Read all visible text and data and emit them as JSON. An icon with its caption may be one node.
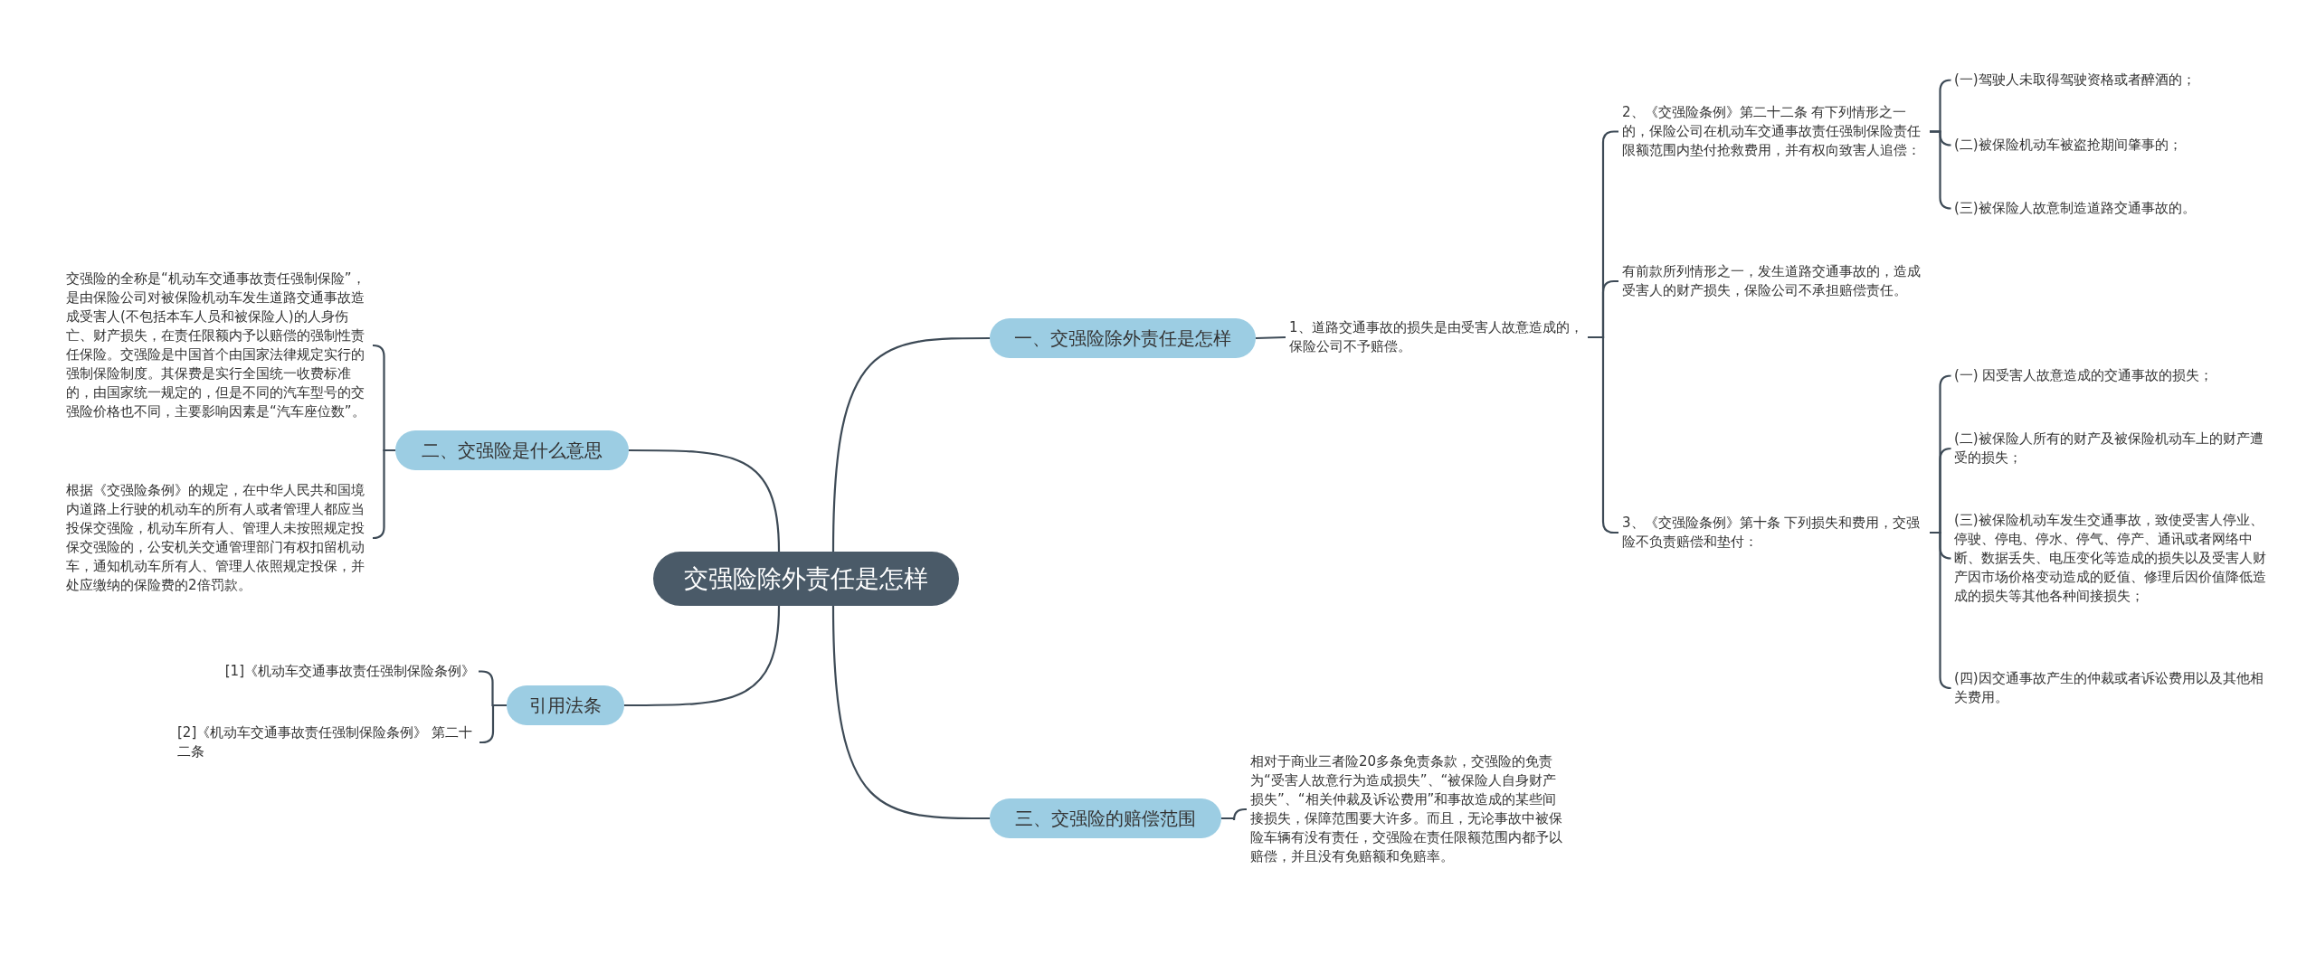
{
  "diagram": {
    "nodes": [
      {
        "text": [
          "交强险除外责任是怎样"
        ]
      },
      {
        "text": [
          "一、交强险除外责任是怎样"
        ]
      },
      {
        "text": [
          "1、道路交通事故的损失是由受害人故意造成的，保险公司不予赔偿。"
        ]
      },
      {
        "text": [
          "2、《交强险条例》第二十二条 有下列情形之一的，保险公司在机动车交通事故责任强制保险责任限额范围内垫付抢救费用，并有权向致害人追偿："
        ]
      },
      {
        "text": [
          "(一)驾驶人未取得驾驶资格或者醉酒的；"
        ]
      },
      {
        "text": [
          "(二)被保险机动车被盗抢期间肇事的；"
        ]
      },
      {
        "text": [
          "(三)被保险人故意制造道路交通事故的。"
        ]
      },
      {
        "text": [
          "有前款所列情形之一，发生道路交通事故的，造成受害人的财产损失，保险公司不承担赔偿责任。"
        ]
      },
      {
        "text": [
          "3、《交强险条例》第十条 下列损失和费用，交强险不负责赔偿和垫付："
        ]
      },
      {
        "text": [
          "(一) 因受害人故意造成的交通事故的损失；"
        ]
      },
      {
        "text": [
          "(二)被保险人所有的财产及被保险机动车上的财产遭受的损失；"
        ]
      },
      {
        "text": [
          "(三)被保险机动车发生交通事故，致使受害人停业、停驶、停电、停水、停气、停产、通讯或者网络中断、数据丢失、电压变化等造成的损失以及受害人财产因市场价格变动造成的贬值、修理后因价值降低造成的损失等其他各种间接损失；"
        ]
      },
      {
        "text": [
          "(四)因交通事故产生的仲裁或者诉讼费用以及其他相关费用。"
        ]
      },
      {
        "text": [
          "二、交强险是什么意思"
        ]
      },
      {
        "text": [
          "交强险的全称是“机动车交通事故责任强制保险”，是由保险公司对被保险机动车发生道路交通事故造成受害人(不包括本车人员和被保险人)的人身伤亡、财产损失，在责任限额内予以赔偿的强制性责任保险。交强险是中国首个由国家法律规定实行的强制保险制度。其保费是实行全国统一收费标准的，由国家统一规定的，但是不同的汽车型号的交强险价格也不同，主要影响因素是“汽车座位数”。"
        ]
      },
      {
        "text": [
          "根据《交强险条例》的规定，在中华人民共和国境内道路上行驶的机动车的所有人或者管理人都应当投保交强险，机动车所有人、管理人未按照规定投保交强险的，公安机关交通管理部门有权扣留机动车，通知机动车所有人、管理人依照规定投保，并处应缴纳的保险费的2倍罚款。"
        ]
      },
      {
        "text": [
          "引用法条"
        ]
      },
      {
        "text": [
          "[1]《机动车交通事故责任强制保险条例》"
        ]
      },
      {
        "text": [
          "[2]《机动车交通事故责任强制保险条例》 第二十二条"
        ]
      },
      {
        "text": [
          "三、交强险的赔偿范围"
        ]
      },
      {
        "text": [
          "相对于商业三者险20多条免责条款，交强险的免责为“受害人故意行为造成损失”、“被保险人自身财产损失”、“相关仲裁及诉讼费用”和事故造成的某些间接损失，保障范围要大许多。而且，无论事故中被保险车辆有没有责任，交强险在责任限额范围内都予以赔偿，并且没有免赔额和免赔率。"
        ]
      }
    ],
    "edges": [
      {
        "from": 0,
        "to": 1,
        "arrow": "none"
      },
      {
        "from": 1,
        "to": 2,
        "arrow": "none"
      },
      {
        "from": 2,
        "to": 3,
        "arrow": "none"
      },
      {
        "from": 3,
        "to": 4,
        "arrow": "none"
      },
      {
        "from": 3,
        "to": 5,
        "arrow": "none"
      },
      {
        "from": 3,
        "to": 6,
        "arrow": "none"
      },
      {
        "from": 2,
        "to": 7,
        "arrow": "none"
      },
      {
        "from": 2,
        "to": 8,
        "arrow": "none"
      },
      {
        "from": 8,
        "to": 9,
        "arrow": "none"
      },
      {
        "from": 8,
        "to": 10,
        "arrow": "none"
      },
      {
        "from": 8,
        "to": 11,
        "arrow": "none"
      },
      {
        "from": 8,
        "to": 12,
        "arrow": "none"
      },
      {
        "from": 0,
        "to": 13,
        "arrow": "none"
      },
      {
        "from": 13,
        "to": 14,
        "arrow": "none"
      },
      {
        "from": 13,
        "to": 15,
        "arrow": "none"
      },
      {
        "from": 0,
        "to": 16,
        "arrow": "none"
      },
      {
        "from": 16,
        "to": 17,
        "arrow": "none"
      },
      {
        "from": 16,
        "to": 18,
        "arrow": "none"
      },
      {
        "from": 0,
        "to": 19,
        "arrow": "none"
      },
      {
        "from": 19,
        "to": 20,
        "arrow": "none"
      }
    ]
  }
}
